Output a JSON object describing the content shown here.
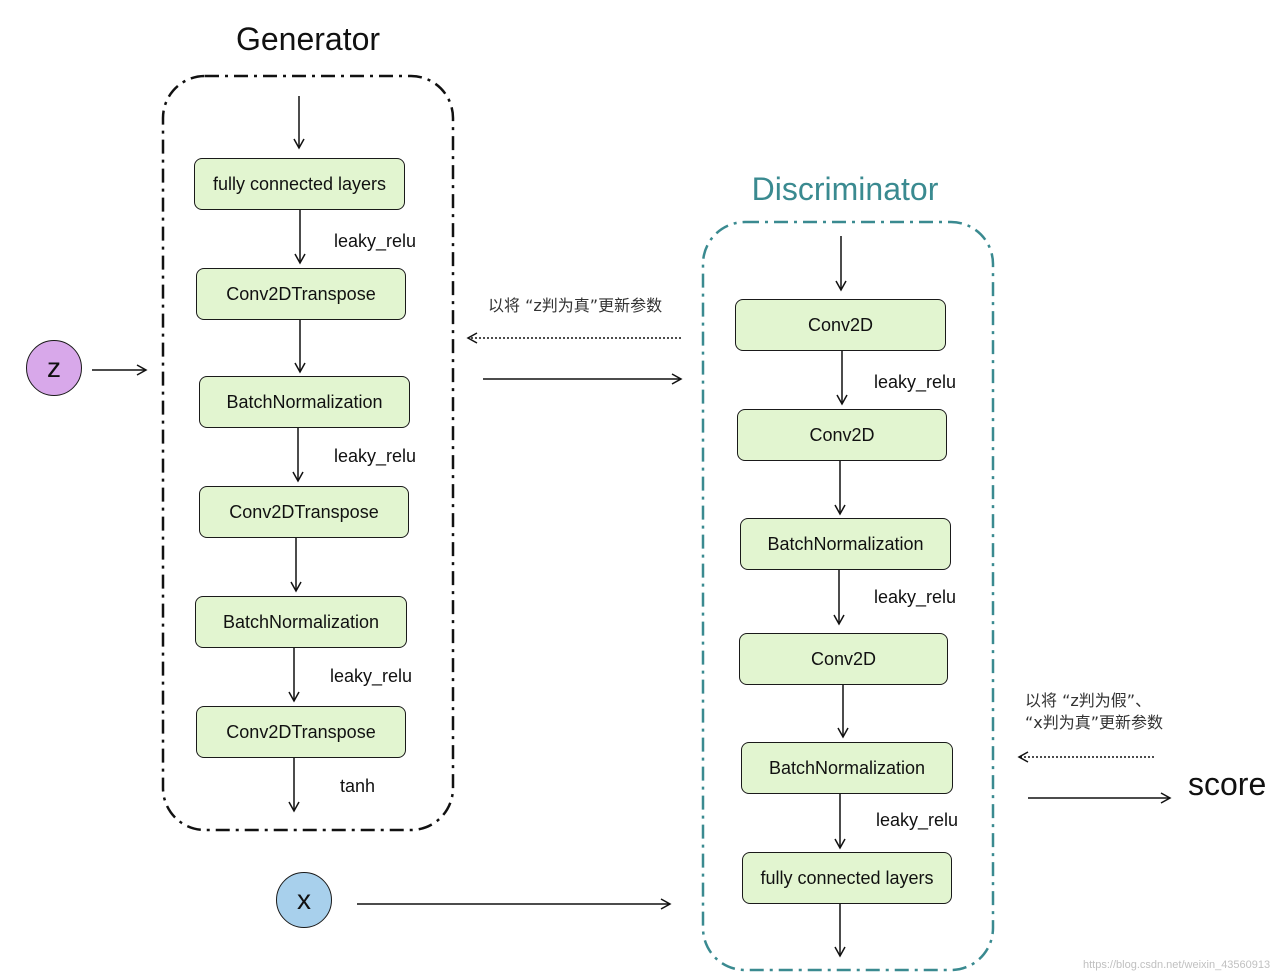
{
  "colors": {
    "box_fill": "#e2f5d0",
    "discriminator_accent": "#3a8a90",
    "z_node_fill": "#d8a8ea",
    "x_node_fill": "#a8d0ec"
  },
  "generator": {
    "title": "Generator",
    "layers": [
      "fully connected layers",
      "Conv2DTranspose",
      "BatchNormalization",
      "Conv2DTranspose",
      "BatchNormalization",
      "Conv2DTranspose"
    ],
    "activations": [
      "leaky_relu",
      "leaky_relu",
      "leaky_relu",
      "tanh"
    ]
  },
  "discriminator": {
    "title": "Discriminator",
    "layers": [
      "Conv2D",
      "Conv2D",
      "BatchNormalization",
      "Conv2D",
      "BatchNormalization",
      "fully connected layers"
    ],
    "activations": [
      "leaky_relu",
      "leaky_relu",
      "leaky_relu"
    ]
  },
  "inputs": {
    "z": "z",
    "x": "x"
  },
  "output": {
    "score": "score"
  },
  "notes": {
    "generator_update": "以将 “z判为真”更新参数",
    "discriminator_update_line1": "以将 “z判为假”、",
    "discriminator_update_line2": "“x判为真”更新参数"
  },
  "watermark": "https://blog.csdn.net/weixin_43560913"
}
